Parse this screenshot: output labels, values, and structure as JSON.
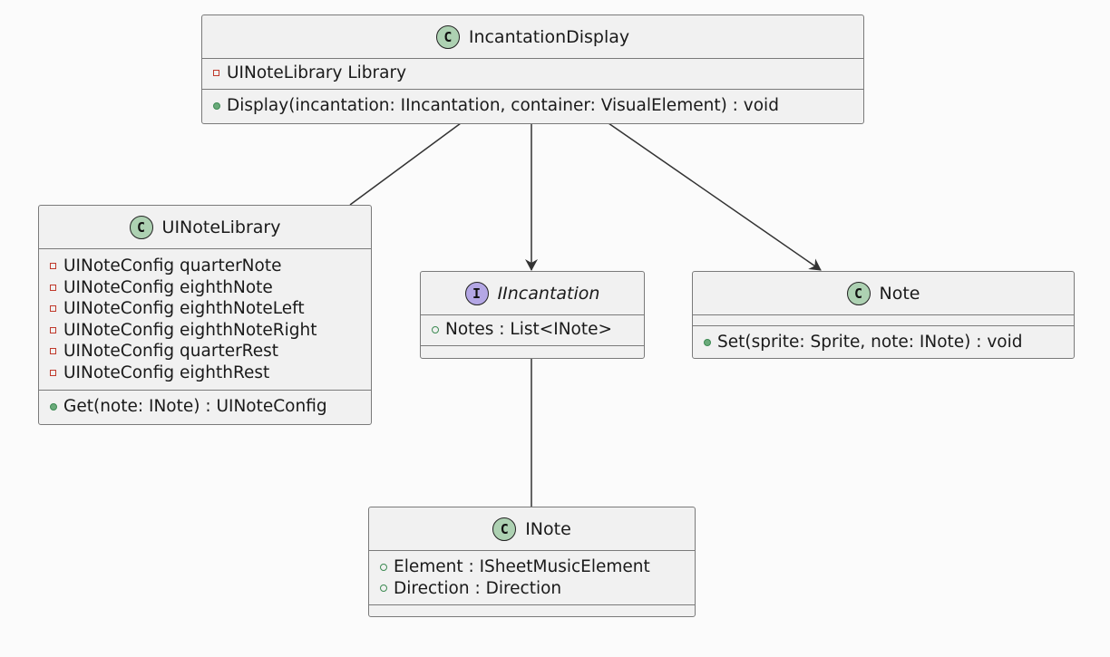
{
  "diagram": {
    "classes": {
      "incantation_display": {
        "name": "IncantationDisplay",
        "stereotype": "C",
        "fields": [
          {
            "vis": "private",
            "text": "UINoteLibrary Library"
          }
        ],
        "methods": [
          {
            "vis": "public",
            "text": "Display(incantation: IIncantation, container: VisualElement) : void"
          }
        ]
      },
      "ui_note_library": {
        "name": "UINoteLibrary",
        "stereotype": "C",
        "fields": [
          {
            "vis": "private",
            "text": "UINoteConfig quarterNote"
          },
          {
            "vis": "private",
            "text": "UINoteConfig eighthNote"
          },
          {
            "vis": "private",
            "text": "UINoteConfig eighthNoteLeft"
          },
          {
            "vis": "private",
            "text": "UINoteConfig eighthNoteRight"
          },
          {
            "vis": "private",
            "text": "UINoteConfig quarterRest"
          },
          {
            "vis": "private",
            "text": "UINoteConfig eighthRest"
          }
        ],
        "methods": [
          {
            "vis": "public",
            "text": "Get(note: INote) : UINoteConfig"
          }
        ]
      },
      "iincantation": {
        "name": "IIncantation",
        "stereotype": "I",
        "fields": [
          {
            "vis": "public-field",
            "text": "Notes : List<INote>"
          }
        ],
        "methods": []
      },
      "note": {
        "name": "Note",
        "stereotype": "C",
        "fields": [],
        "methods": [
          {
            "vis": "public",
            "text": "Set(sprite: Sprite, note: INote) : void"
          }
        ]
      },
      "inote": {
        "name": "INote",
        "stereotype": "C",
        "fields": [
          {
            "vis": "public-field",
            "text": "Element : ISheetMusicElement"
          },
          {
            "vis": "public-field",
            "text": "Direction : Direction"
          }
        ],
        "methods": []
      }
    },
    "relations": [
      {
        "from": "IncantationDisplay",
        "to": "UINoteLibrary",
        "arrow": false
      },
      {
        "from": "IncantationDisplay",
        "to": "IIncantation",
        "arrow": true
      },
      {
        "from": "IncantationDisplay",
        "to": "Note",
        "arrow": true
      },
      {
        "from": "IIncantation",
        "to": "INote",
        "arrow": false
      }
    ],
    "colors": {
      "class_badge": "#add1b2",
      "interface_badge": "#b4a7e5",
      "box_fill": "#f1f1f1",
      "border": "#7a7a7a",
      "private_marker": "#c0392b",
      "public_marker": "#3c8a52"
    }
  }
}
